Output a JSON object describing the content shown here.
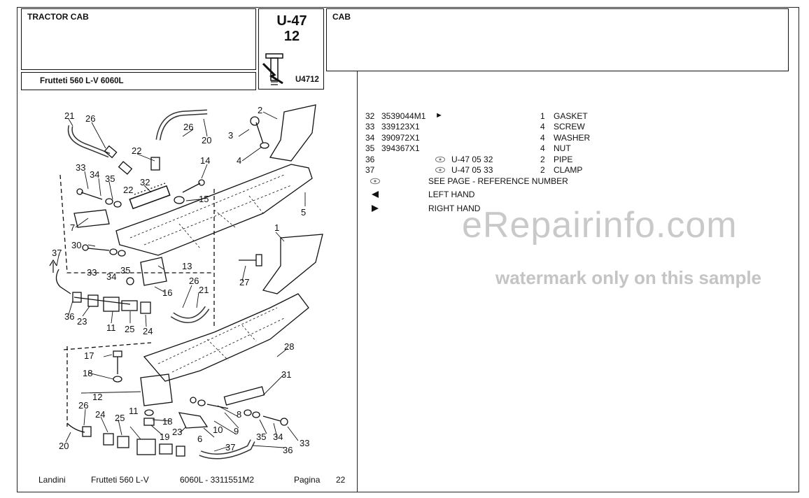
{
  "header": {
    "section_title": "TRACTOR CAB",
    "model_line": "Frutteti 560 L-V  6060L",
    "code_group": "U-47",
    "code_number": "12",
    "ref_code": "U4712",
    "group_name": "CAB"
  },
  "parts": [
    {
      "pos": "32",
      "part_no": "3539044M1",
      "marker": "►",
      "ref": "",
      "qty": "1",
      "desc": "GASKET"
    },
    {
      "pos": "33",
      "part_no": "339123X1",
      "marker": "",
      "ref": "",
      "qty": "4",
      "desc": "SCREW"
    },
    {
      "pos": "34",
      "part_no": "390972X1",
      "marker": "",
      "ref": "",
      "qty": "4",
      "desc": "WASHER"
    },
    {
      "pos": "35",
      "part_no": "394367X1",
      "marker": "",
      "ref": "",
      "qty": "4",
      "desc": "NUT"
    },
    {
      "pos": "36",
      "part_no": "",
      "marker": "",
      "ref": "U-47 05 32",
      "qty": "2",
      "desc": "PIPE"
    },
    {
      "pos": "37",
      "part_no": "",
      "marker": "",
      "ref": "U-47 05 33",
      "qty": "2",
      "desc": "CLAMP"
    }
  ],
  "legend": [
    {
      "symbol": "see-page-icon",
      "text": "SEE PAGE - REFERENCE NUMBER"
    },
    {
      "symbol": "left-arrow-icon",
      "text": "LEFT HAND"
    },
    {
      "symbol": "right-arrow-icon",
      "text": "RIGHT HAND"
    }
  ],
  "watermark": {
    "main": "eRepairinfo.com",
    "sub": "watermark only on this sample"
  },
  "diagram_labels": [
    "21",
    "26",
    "22",
    "22",
    "26",
    "20",
    "2",
    "3",
    "4",
    "5",
    "33",
    "34",
    "35",
    "32",
    "14",
    "15",
    "7",
    "30",
    "33",
    "34",
    "35",
    "13",
    "16",
    "37",
    "36",
    "23",
    "11",
    "25",
    "24",
    "26",
    "21",
    "27",
    "1",
    "28",
    "17",
    "18",
    "12",
    "31",
    "26",
    "24",
    "25",
    "11",
    "18",
    "19",
    "23",
    "10",
    "9",
    "8",
    "6",
    "35",
    "34",
    "33",
    "20",
    "37",
    "36"
  ],
  "footer": {
    "brand": "Landini",
    "model": "Frutteti 560 L-V",
    "ref": "6060L - 3311551M2",
    "page_label": "Pagina",
    "page_number": "22"
  }
}
